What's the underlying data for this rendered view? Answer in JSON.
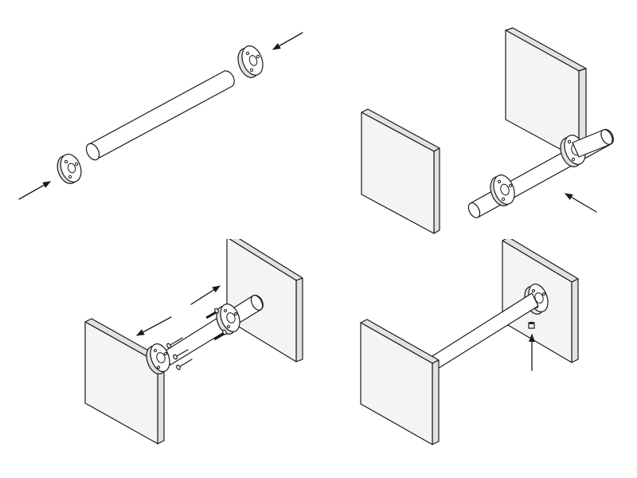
{
  "figure": {
    "panels": [
      {
        "id": "step-1",
        "position": "top-left"
      },
      {
        "id": "step-2",
        "position": "top-right"
      },
      {
        "id": "step-3",
        "position": "bottom-left"
      },
      {
        "id": "step-4",
        "position": "bottom-right"
      }
    ],
    "colors": {
      "line": "#1a1a1a",
      "panel_face": "#f4f4f4",
      "panel_edge": "#e2e2e2",
      "background": "#ffffff"
    },
    "icons": [
      "arrow-icon",
      "screw-icon",
      "set-screw-icon"
    ]
  }
}
